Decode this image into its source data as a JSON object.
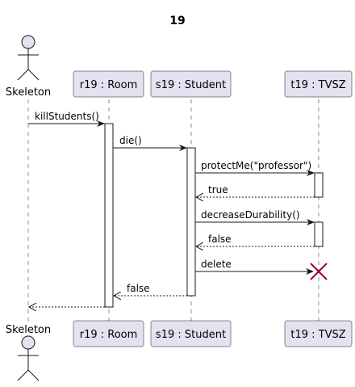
{
  "diagram": {
    "title": "19",
    "actor": {
      "name": "Skeleton"
    },
    "participants": [
      {
        "id": "r19",
        "label": "r19 : Room"
      },
      {
        "id": "s19",
        "label": "s19 : Student"
      },
      {
        "id": "t19",
        "label": "t19 : TVSZ"
      }
    ],
    "messages": [
      {
        "from": "Skeleton",
        "to": "r19",
        "label": "killStudents()",
        "kind": "call"
      },
      {
        "from": "r19",
        "to": "s19",
        "label": "die()",
        "kind": "call"
      },
      {
        "from": "s19",
        "to": "t19",
        "label": "protectMe(\"professor\")",
        "kind": "call"
      },
      {
        "from": "t19",
        "to": "s19",
        "label": "true",
        "kind": "return"
      },
      {
        "from": "s19",
        "to": "t19",
        "label": "decreaseDurability()",
        "kind": "call"
      },
      {
        "from": "t19",
        "to": "s19",
        "label": "false",
        "kind": "return"
      },
      {
        "from": "s19",
        "to": "t19",
        "label": "delete",
        "kind": "destroy"
      },
      {
        "from": "s19",
        "to": "r19",
        "label": "false",
        "kind": "return"
      },
      {
        "from": "r19",
        "to": "Skeleton",
        "label": "",
        "kind": "return"
      }
    ],
    "colors": {
      "participant_fill": "#E2E2F0",
      "participant_border": "#181818",
      "lifeline": "#181818",
      "destroy_mark": "#A80036"
    }
  }
}
